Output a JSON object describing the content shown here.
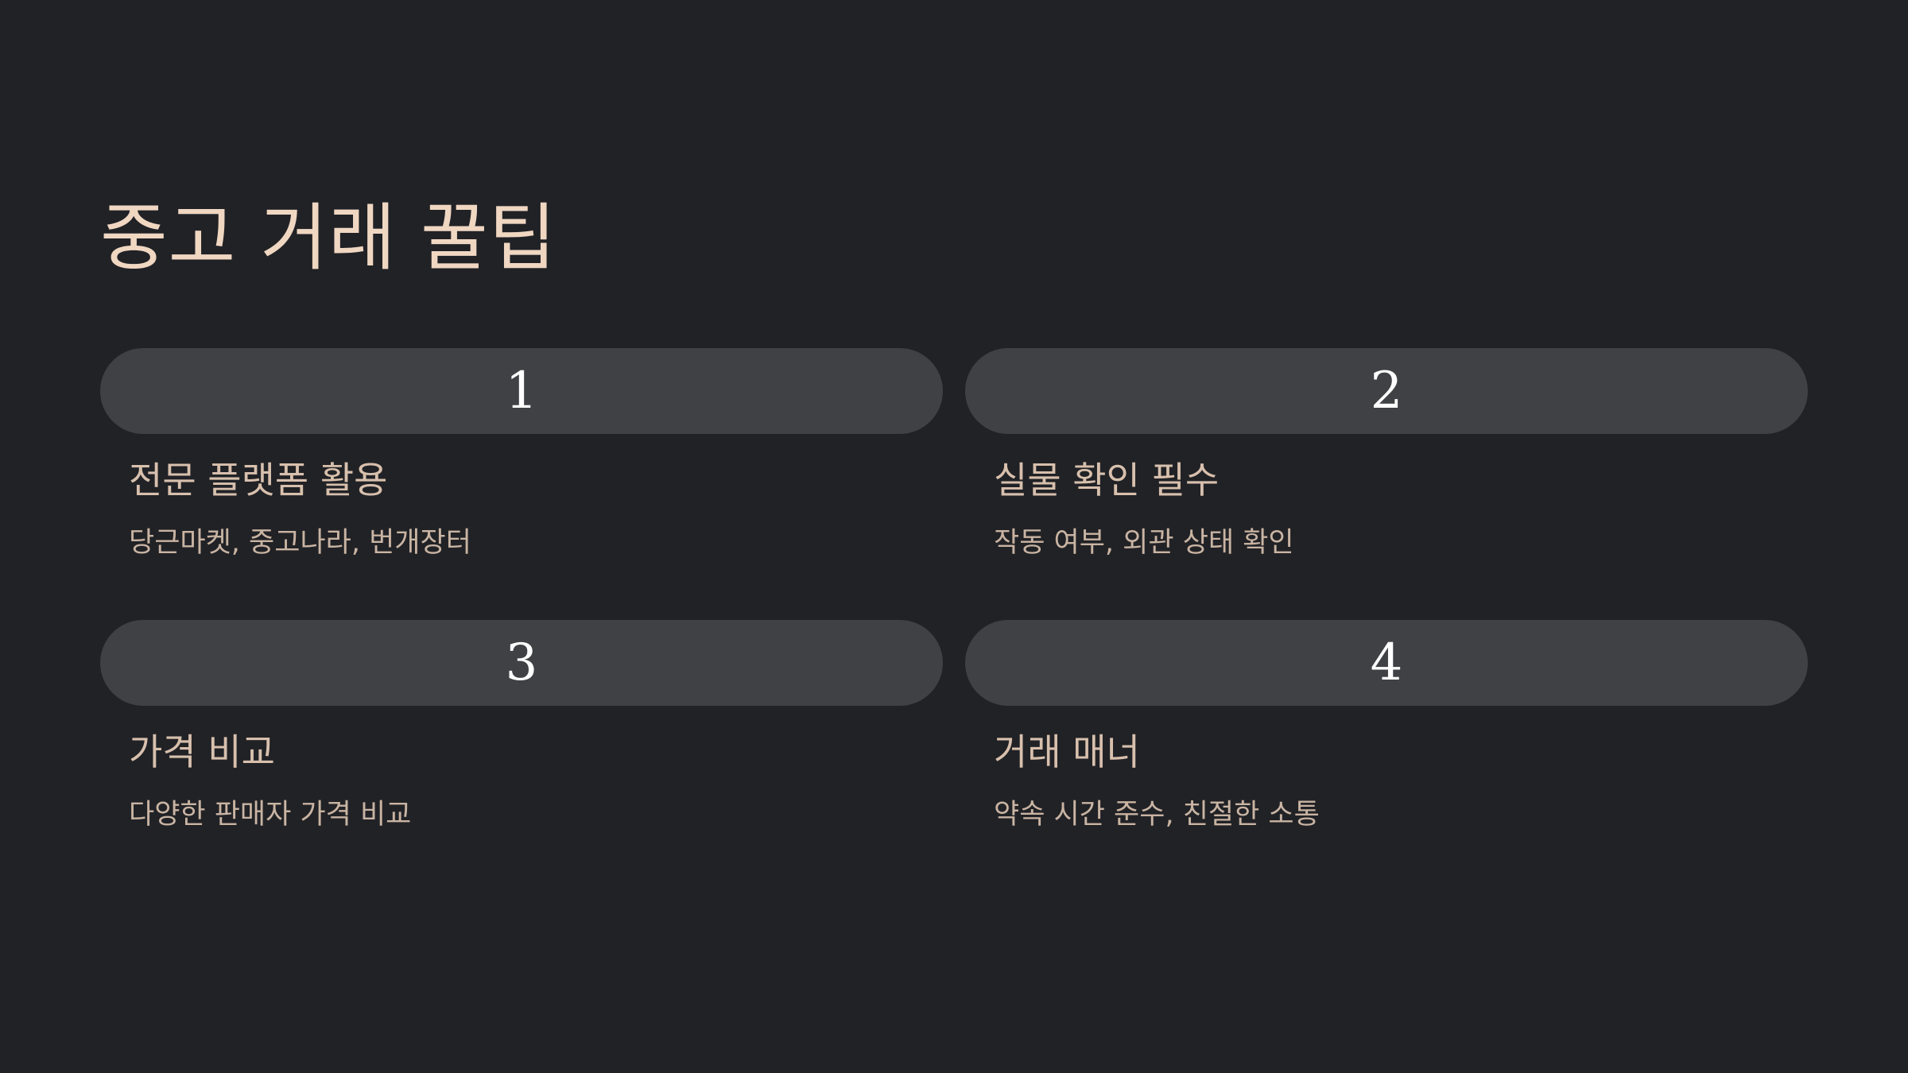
{
  "slide": {
    "title": "중고 거래 꿀팁",
    "colors": {
      "background": "#212226",
      "pill": "#404145",
      "title": "#f0d7c2",
      "heading": "#d8c0ad",
      "number": "#ffffff"
    },
    "cards": [
      {
        "number": "1",
        "heading": "전문 플랫폼 활용",
        "description": "당근마켓, 중고나라, 번개장터"
      },
      {
        "number": "2",
        "heading": "실물 확인 필수",
        "description": "작동 여부, 외관 상태 확인"
      },
      {
        "number": "3",
        "heading": "가격 비교",
        "description": "다양한 판매자 가격 비교"
      },
      {
        "number": "4",
        "heading": "거래 매너",
        "description": "약속 시간 준수, 친절한 소통"
      }
    ]
  }
}
